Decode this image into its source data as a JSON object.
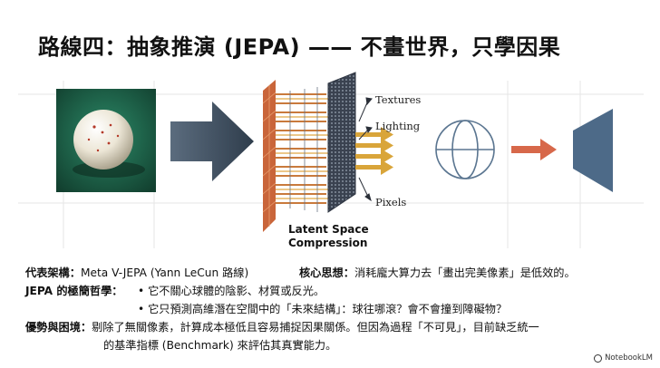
{
  "slide": {
    "title": "路線四：抽象推演 (JEPA) —— 不畫世界，只學因果"
  },
  "diagram": {
    "labels": {
      "textures": "Textures",
      "lighting": "Lighting",
      "pixels": "Pixels",
      "latent_line1": "Latent Space",
      "latent_line2": "Compression"
    },
    "colors": {
      "felt": "#1f6b52",
      "arrow_dark": "#3f5062",
      "lattice": "#d4784a",
      "gold": "#d9a53a",
      "globe": "#5a7590",
      "arrow_red": "#d7684a",
      "screen": "#4d6a88"
    }
  },
  "body": {
    "rep_label": "代表架構：",
    "rep_value": "Meta V-JEPA (Yann LeCun 路線)",
    "core_label": "核心思想：",
    "core_value": "消耗龐大算力去「畫出完美像素」是低效的。",
    "phil_label": "JEPA 的極簡哲學：",
    "phil_1": "• 它不關心球體的陰影、材質或反光。",
    "phil_2": "• 它只預測高維潛在空間中的「未來結構」：球往哪滾？會不會撞到障礙物？",
    "adv_label": "優勢與困境：",
    "adv_value_1": "剔除了無關像素，計算成本極低且容易捕捉因果關係。但因為過程「不可見」，目前缺乏統一",
    "adv_value_2": "的基準指標 (Benchmark) 來評估其真實能力。"
  },
  "watermark": {
    "text": "NotebookLM"
  }
}
